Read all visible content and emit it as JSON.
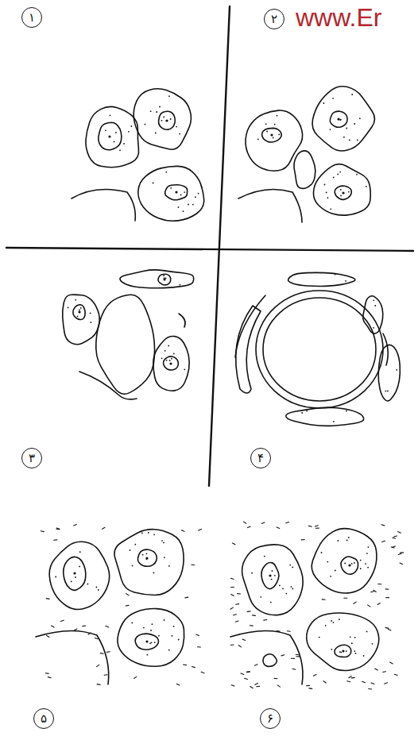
{
  "diagram": {
    "nodes": [
      {
        "text": [
          "۱"
        ]
      },
      {
        "text": [
          "۲"
        ]
      },
      {
        "text": [
          "۳"
        ]
      },
      {
        "text": [
          "۴"
        ]
      },
      {
        "text": [
          "۵"
        ]
      },
      {
        "text": [
          "۶"
        ]
      }
    ],
    "labels": [
      "www.Er"
    ]
  }
}
